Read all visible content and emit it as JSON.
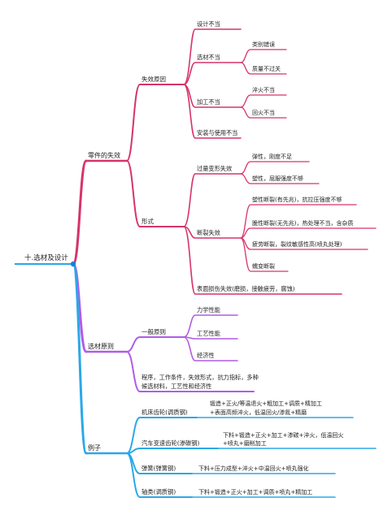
{
  "root": "十.选材及设计",
  "colors": {
    "branch1": "#d6336c",
    "branch2": "#b05ce6",
    "branch3": "#2aa8e8",
    "root_dot": "#1e7fd8",
    "text": "#222222"
  },
  "b1": {
    "label": "零件的失效",
    "causes": {
      "label": "失效原因",
      "design": "设计不当",
      "material": {
        "label": "选材不当",
        "c1": "类别错误",
        "c2": "质量不过关"
      },
      "process": {
        "label": "加工不当",
        "c1": "淬火不当",
        "c2": "回火不当"
      },
      "install": "安装与使用不当"
    },
    "forms": {
      "label": "形式",
      "excess": {
        "label": "过量变形失效",
        "c1": "弹性，刚度不足",
        "c2": "塑性，屈服强度不够"
      },
      "fracture": {
        "label": "断裂失效",
        "c1": "塑性断裂(有先兆)，抗拉压强度不够",
        "c2": "脆性断裂(无先兆)，热处理不当，含杂质",
        "c3": "疲劳断裂，裂纹敏感性高(喷丸处理)",
        "c4": "蠕变断裂"
      },
      "surface": "表面损伤失效(磨损，接触疲劳，腐蚀)"
    }
  },
  "b2": {
    "label": "选材原则",
    "general": {
      "label": "一般原则",
      "c1": "力学性能",
      "c2": "工艺性能",
      "c3": "经济性"
    },
    "procedure": {
      "line1": "程序，工作条件，失效形式，抗力指标，多种",
      "line2": "候选材料，工艺性和经济性"
    }
  },
  "b3": {
    "label": "例子",
    "lathe": {
      "label": "机床齿轮(调质钢)",
      "line1": "锻造+正火/等温退火+粗加工+调质+精加工",
      "line2": "+表面高频淬火，低温回火/渗氮+精磨"
    },
    "car": {
      "label": "汽车变速齿轮(渗碳钢)",
      "line1": "下料+锻造+正火+加工+渗碳+淬火，低温回火",
      "line2": "+喷丸+磨削加工"
    },
    "spring": {
      "label": "弹簧(弹簧钢)",
      "detail": "下料+压力成型+淬火+中温回火+喷丸强化"
    },
    "shaft": {
      "label": "轴类(调质钢)",
      "detail": "下料+锻造+正火+加工+调质+喷丸+精加工"
    }
  }
}
